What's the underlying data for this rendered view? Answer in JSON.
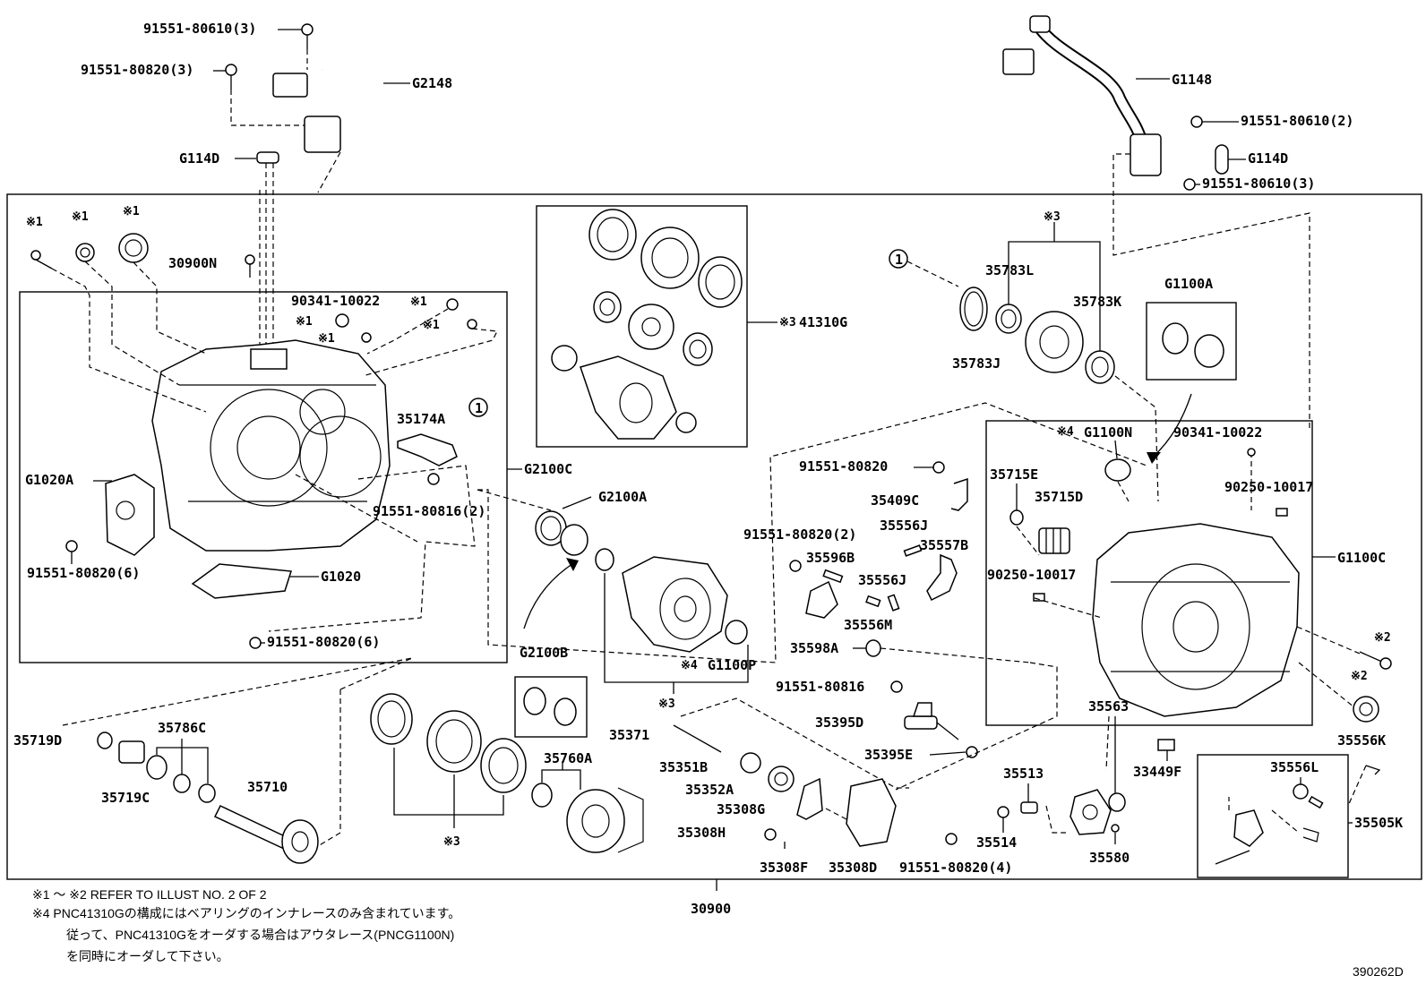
{
  "diagram_id": "390262D",
  "labels": {
    "p91551_80610_3_top": "91551-80610(3)",
    "p91551_80820_3": "91551-80820(3)",
    "pG2148": "G2148",
    "pG114D_left": "G114D",
    "pG1148": "G1148",
    "p91551_80610_2": "91551-80610(2)",
    "pG114D_right": "G114D",
    "p91551_80610_3_right": "91551-80610(3)",
    "p30900N": "30900N",
    "p90341_10022_left": "90341-10022",
    "pG2100C": "G2100C",
    "p35174A": "35174A",
    "pG1020A": "G1020A",
    "p91551_80816_2": "91551-80816(2)",
    "p91551_80820_6a": "91551-80820(6)",
    "pG1020": "G1020",
    "p91551_80820_6b": "91551-80820(6)",
    "p41310G": "41310G",
    "pG2100A": "G2100A",
    "pG2100B": "G2100B",
    "pG1100P": "G1100P",
    "p35783L": "35783L",
    "p35783K": "35783K",
    "p35783J": "35783J",
    "pG1100A": "G1100A",
    "pG1100N": "G1100N",
    "p90341_10022_right": "90341-10022",
    "p90250_10017a": "90250-10017",
    "p90250_10017b": "90250-10017",
    "pG1100C": "G1100C",
    "p35715E": "35715E",
    "p35715D": "35715D",
    "p91551_80820_a": "91551-80820",
    "p35409C": "35409C",
    "p91551_80820_2": "91551-80820(2)",
    "p35556J_a": "35556J",
    "p35557B": "35557B",
    "p35596B": "35596B",
    "p35556J_b": "35556J",
    "p35556M": "35556M",
    "p35598A": "35598A",
    "p91551_80816": "91551-80816",
    "p35395D": "35395D",
    "p35395E": "35395E",
    "p35371": "35371",
    "p35351B": "35351B",
    "p35352A": "35352A",
    "p35308G": "35308G",
    "p35308H": "35308H",
    "p35308F": "35308F",
    "p35308D": "35308D",
    "p91551_80820_4": "91551-80820(4)",
    "p35719D": "35719D",
    "p35786C": "35786C",
    "p35719C": "35719C",
    "p35710": "35710",
    "p35760A": "35760A",
    "p35563": "35563",
    "p33449F": "33449F",
    "p35513": "35513",
    "p35514": "35514",
    "p35580": "35580",
    "p35556K": "35556K",
    "p35556L": "35556L",
    "p35505K": "35505K",
    "p30900": "30900"
  },
  "marks": {
    "m1": "※1",
    "m2": "※2",
    "m3": "※3",
    "m4": "※4",
    "circle1": "1"
  },
  "notes": {
    "line1": "※1 ～ ※2 REFER TO ILLUST NO. 2 OF 2",
    "line2": "※4 PNC41310Gの構成にはベアリングのインナレースのみ含まれています。",
    "line3": "従って、PNC41310Gをオーダする場合はアウタレース(PNCG1100N)",
    "line4": "を同時にオーダして下さい。"
  }
}
